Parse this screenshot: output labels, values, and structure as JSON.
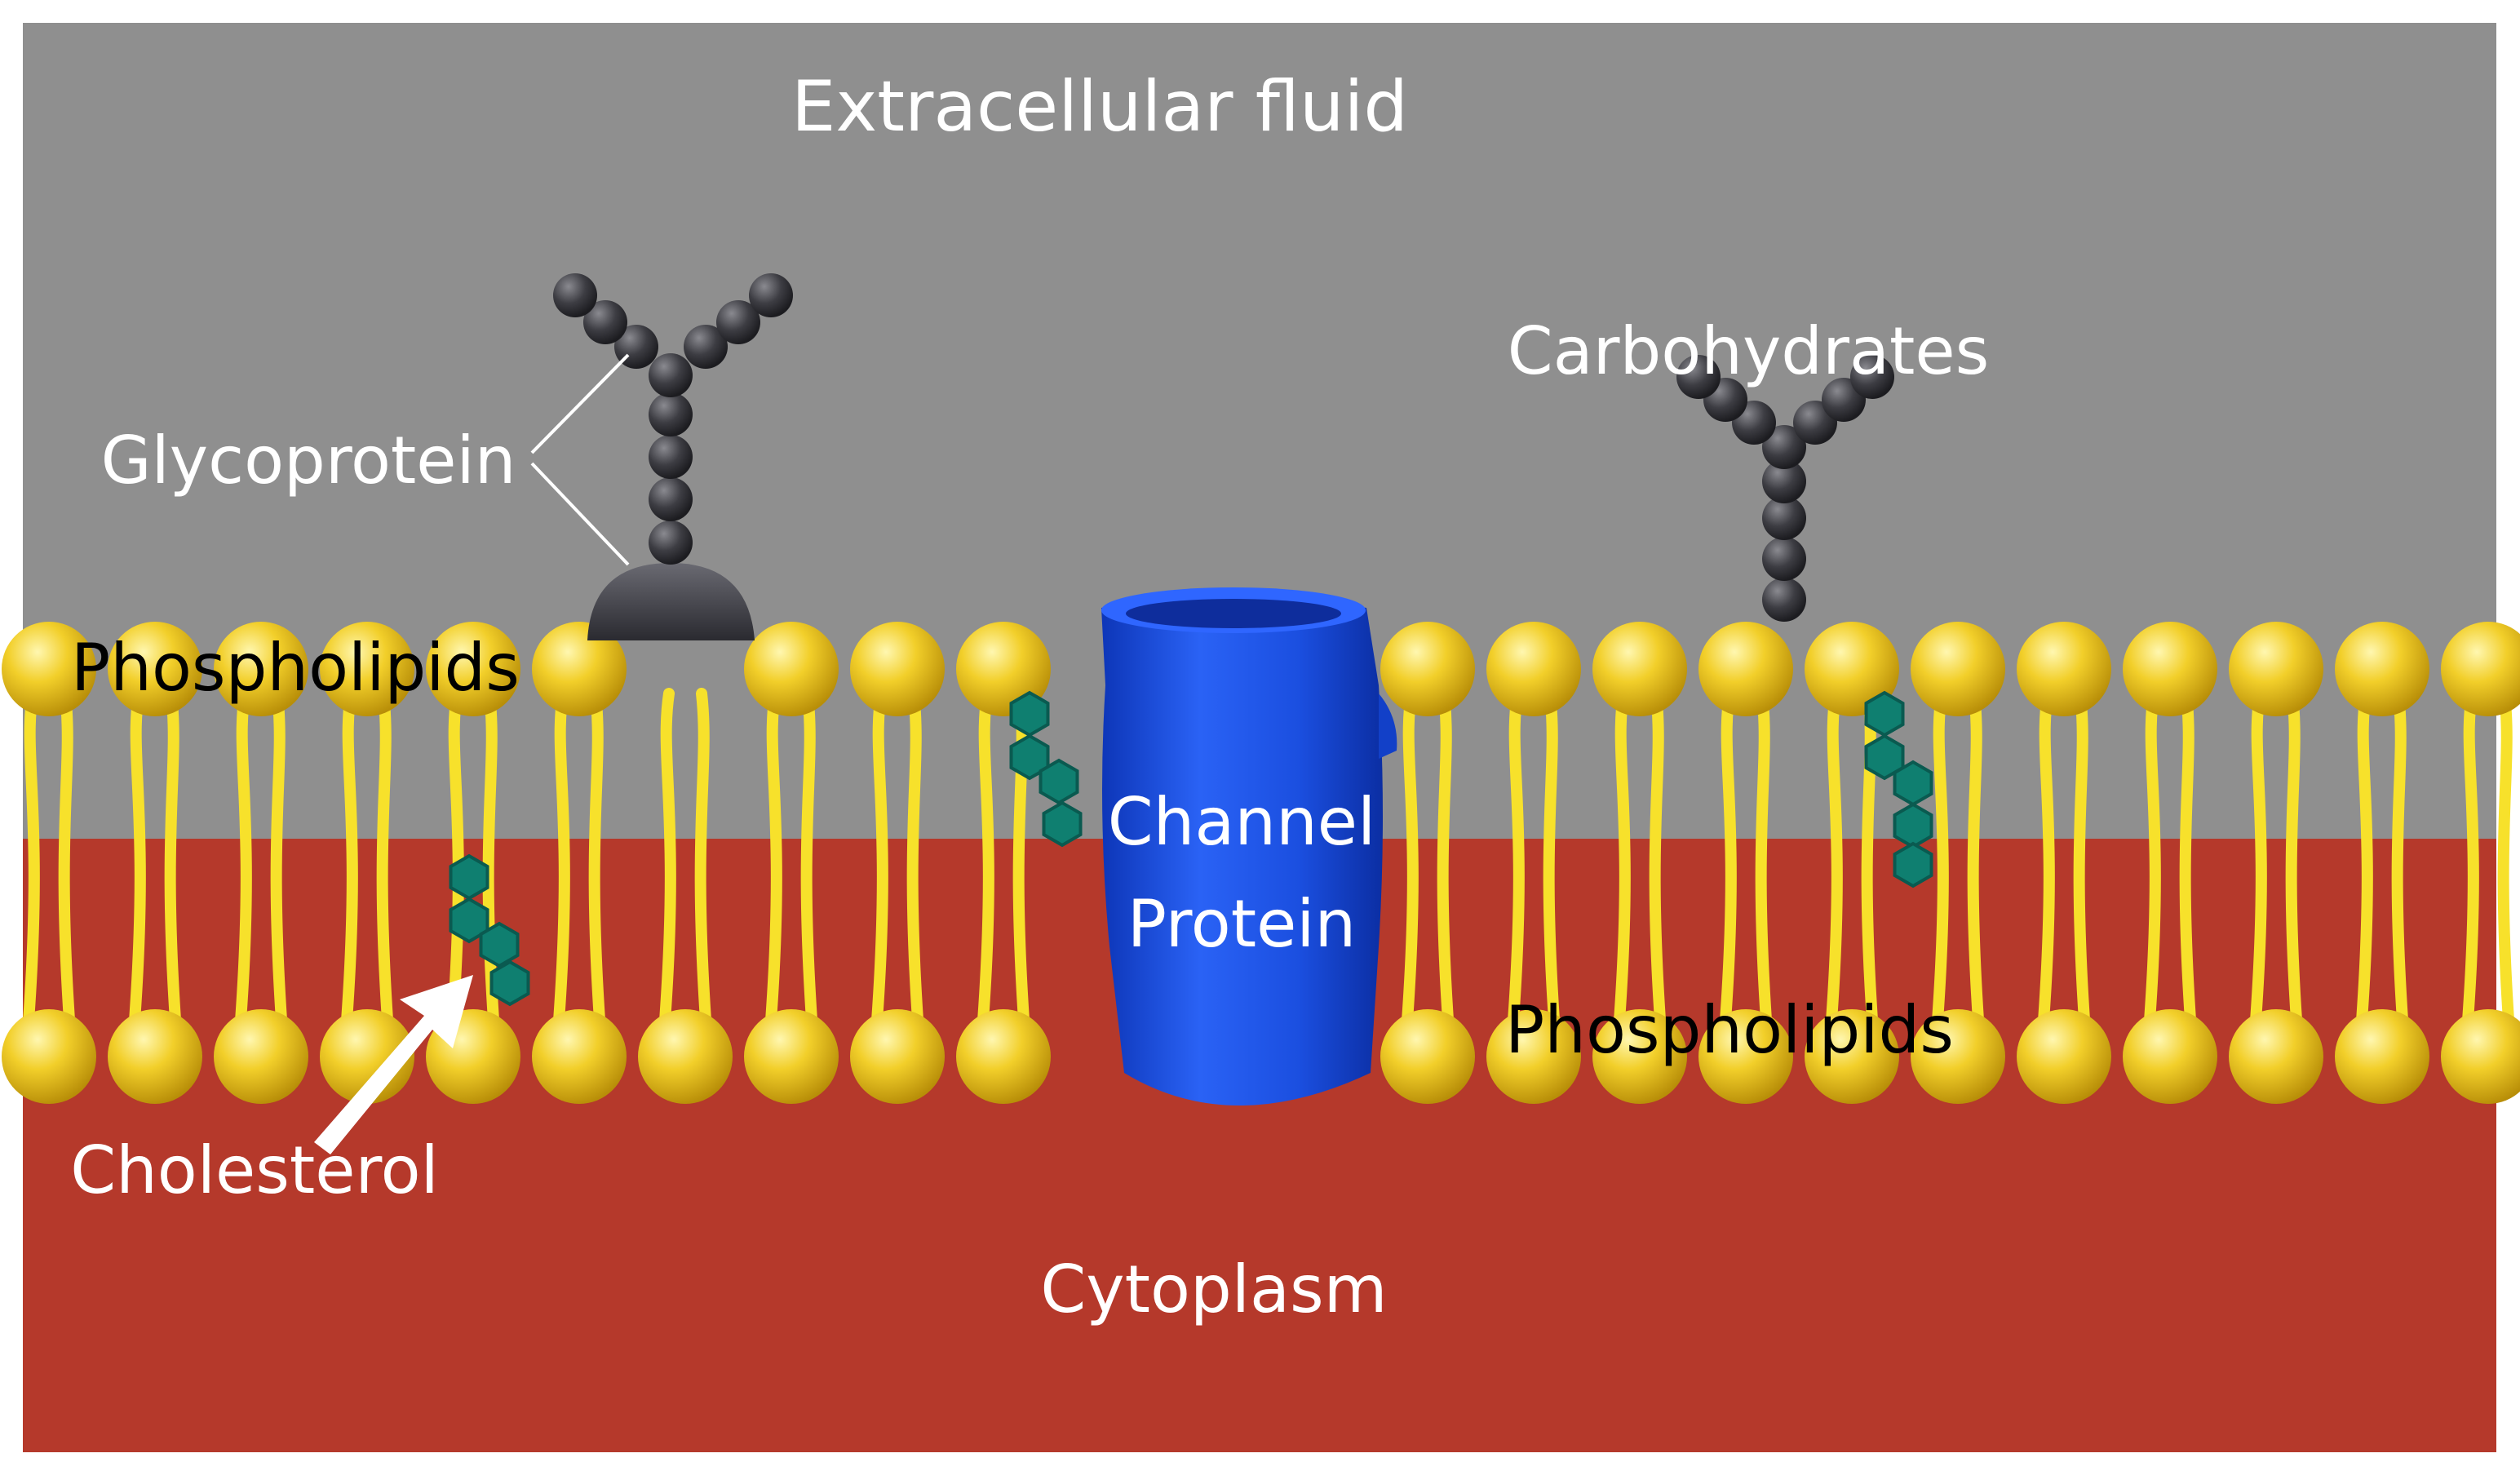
{
  "labels": {
    "extracellular": "Extracellular fluid",
    "carbohydrates": "Carbohydrates",
    "glycoprotein": "Glycoprotein",
    "phospholipids_top": "Phospholipids",
    "phospholipids_bottom": "Phospholipids",
    "channel_line1": "Channel",
    "channel_line2": "Protein",
    "cholesterol": "Cholesterol",
    "cytoplasm": "Cytoplasm"
  },
  "colors": {
    "extracellular": "#8f8f8f",
    "cytoplasm": "#b5392b",
    "lipid_head": "#f2cf2a",
    "lipid_tail": "#f7e12b",
    "channel_protein": "#1b4fe0",
    "cholesterol": "#0f7f70",
    "carbohydrate": "#3d3d43",
    "label_light": "#ffffff",
    "label_dark": "#000000"
  }
}
